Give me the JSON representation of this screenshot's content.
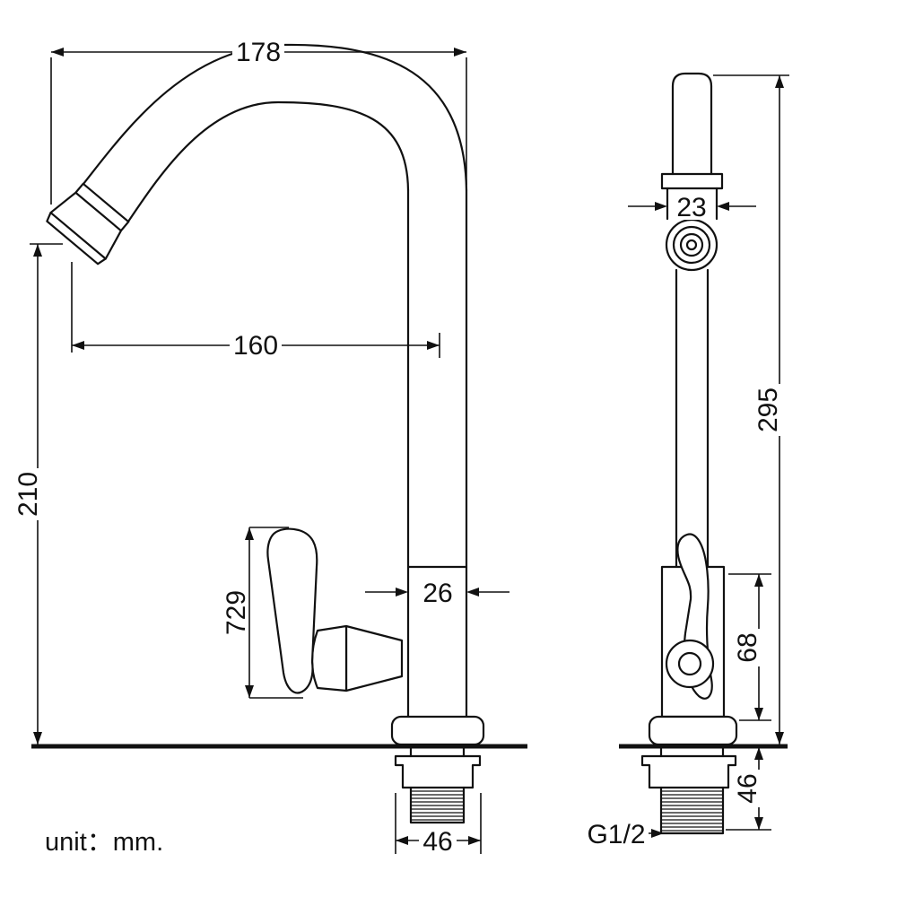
{
  "drawing": {
    "unit_note": "unit：mm.",
    "colors": {
      "ink": "#111111",
      "background": "#ffffff"
    },
    "dims": {
      "top_width": "178",
      "reach": "160",
      "spout_height": "210",
      "handle_length": "729",
      "body_diameter": "26",
      "base_nut_width": "46",
      "tip_diameter": "23",
      "total_height": "295",
      "valve_height": "68",
      "shank_length": "46",
      "thread": "G1/2"
    }
  }
}
